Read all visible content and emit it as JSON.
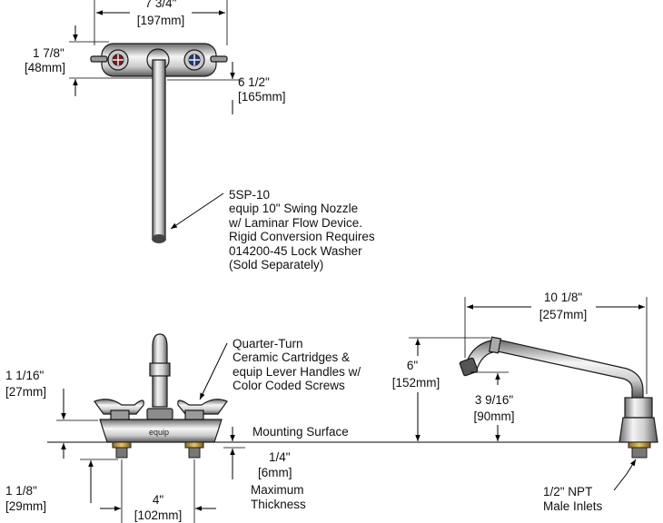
{
  "top_view": {
    "width_dim": {
      "imperial": "7 3/4\"",
      "metric": "[197mm]"
    },
    "depth_dim": {
      "imperial": "1 7/8\"",
      "metric": "[48mm]"
    },
    "reach_dim": {
      "imperial": "6 1/2\"",
      "metric": "[165mm]"
    },
    "nozzle_note": [
      "5SP-10",
      "equip 10\" Swing Nozzle",
      "w/ Laminar Flow Device.",
      "Rigid Conversion Requires",
      "014200-45 Lock Washer",
      "(Sold Separately)"
    ]
  },
  "front_view": {
    "cartridge_note": [
      "Quarter-Turn",
      "Ceramic Cartridges &",
      "equip Lever Handles w/",
      "Color Coded Screws"
    ],
    "mounting_surface": "Mounting Surface",
    "deck_height_dim": {
      "imperial": "1 1/16\"",
      "metric": "[27mm]"
    },
    "inlet_length_dim": {
      "imperial": "1 1/8\"",
      "metric": "[29mm]"
    },
    "centers_dim": {
      "imperial": "4\"",
      "metric": "[102mm]"
    },
    "thickness_dim": {
      "imperial": "1/4\"",
      "metric": "[6mm]"
    },
    "thickness_note": [
      "Maximum",
      "Thickness"
    ],
    "brand": "equip"
  },
  "side_view": {
    "spout_reach_dim": {
      "imperial": "10 1/8\"",
      "metric": "[257mm]"
    },
    "spout_height_dim": {
      "imperial": "6\"",
      "metric": "[152mm]"
    },
    "outlet_height_dim": {
      "imperial": "3 9/16\"",
      "metric": "[90mm]"
    },
    "inlet_note": [
      "1/2\" NPT",
      "Male Inlets"
    ]
  }
}
